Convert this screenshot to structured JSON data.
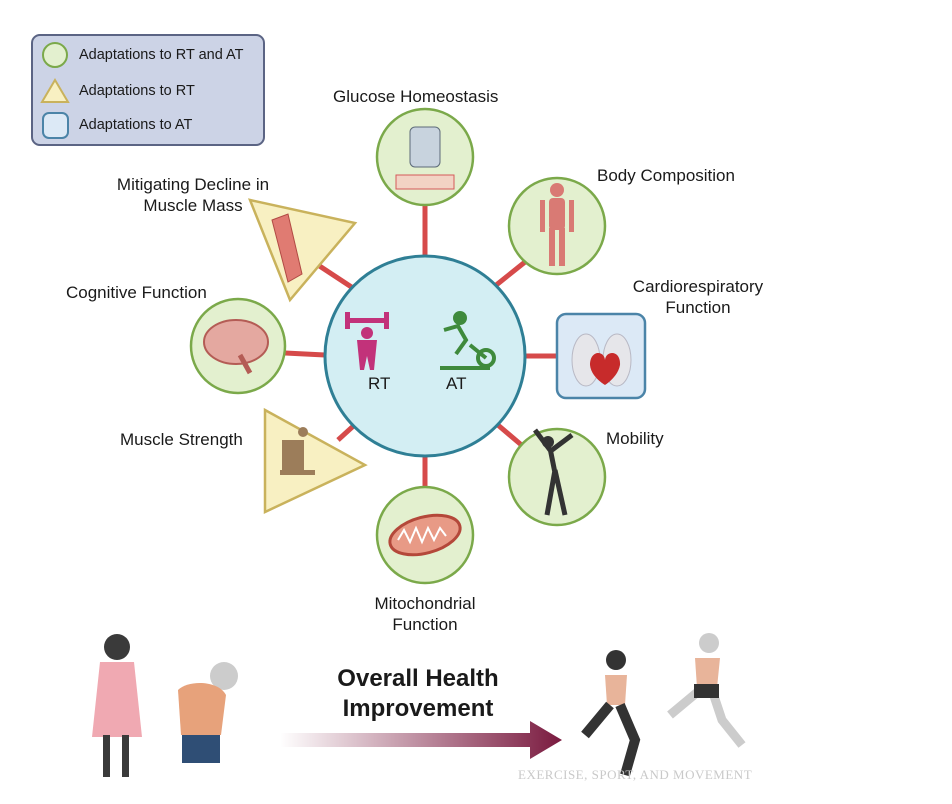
{
  "legend": {
    "items": [
      {
        "label": "Adaptations to RT and AT",
        "shape": "circle",
        "fill": "#e3f0cf",
        "stroke": "#7ba94a"
      },
      {
        "label": "Adaptations to RT",
        "shape": "triangle",
        "fill": "#f8f0c2",
        "stroke": "#c9b25c"
      },
      {
        "label": "Adaptations to AT",
        "shape": "rounded-square",
        "fill": "#dce9f6",
        "stroke": "#4b84a8"
      }
    ]
  },
  "center": {
    "rt_label": "RT",
    "at_label": "AT",
    "fill": "#d3eef3",
    "stroke": "#2f7f95"
  },
  "nodes": {
    "glucose": "Glucose Homeostasis",
    "body": "Body Composition",
    "cardio_line1": "Cardiorespiratory",
    "cardio_line2": "Function",
    "mobility": "Mobility",
    "mito_line1": "Mitochondrial",
    "mito_line2": "Function",
    "strength": "Muscle Strength",
    "cognitive": "Cognitive Function",
    "mass_line1": "Mitigating Decline in",
    "mass_line2": "Muscle Mass"
  },
  "bottom": {
    "title_line1": "Overall Health",
    "title_line2": "Improvement",
    "watermark": "EXERCISE, SPORT, AND MOVEMENT",
    "arrow_color": "#7a1a3f"
  }
}
